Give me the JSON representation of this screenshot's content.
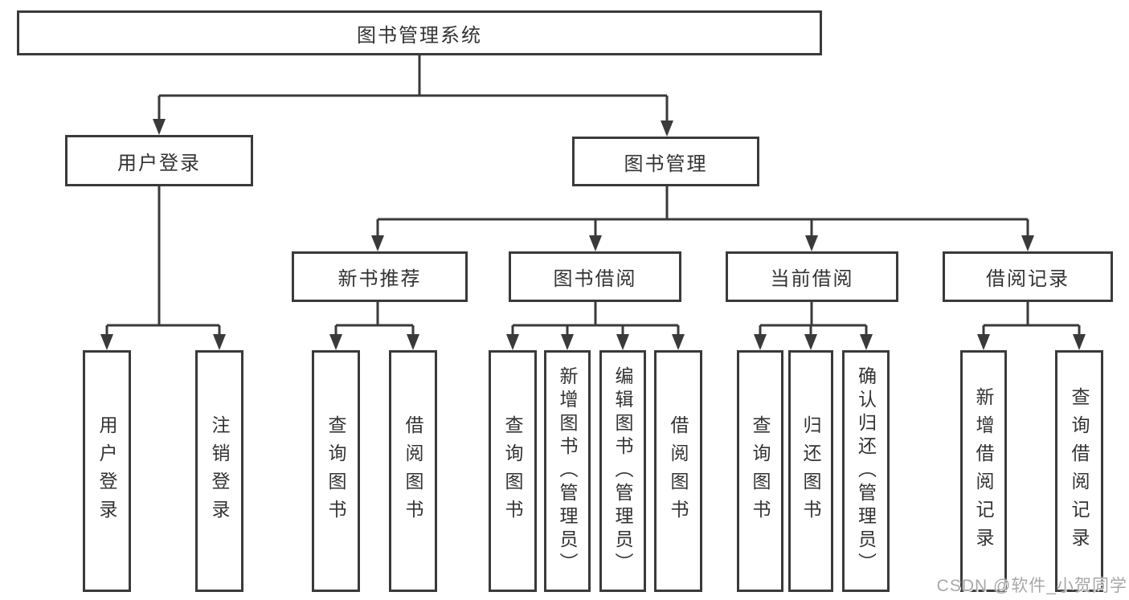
{
  "diagram": {
    "root": {
      "label": "图书管理系统"
    },
    "level2": {
      "user_login": {
        "label": "用户登录"
      },
      "book_management": {
        "label": "图书管理"
      }
    },
    "level3": {
      "new_book_recommend": {
        "label": "新书推荐"
      },
      "book_borrowing": {
        "label": "图书借阅"
      },
      "current_borrowing": {
        "label": "当前借阅"
      },
      "borrowing_records": {
        "label": "借阅记录"
      }
    },
    "leaves": {
      "user_login": {
        "label": "用户登录"
      },
      "logout": {
        "label": "注销登录"
      },
      "recommend_query_books": {
        "label": "查询图书"
      },
      "recommend_borrow_books": {
        "label": "借阅图书"
      },
      "borrowing_query_books": {
        "label": "查询图书"
      },
      "borrowing_add_books": {
        "label": "新增图书（管理员）"
      },
      "borrowing_edit_books": {
        "label": "编辑图书（管理员）"
      },
      "borrowing_borrow_books": {
        "label": "借阅图书"
      },
      "current_query_books": {
        "label": "查询图书"
      },
      "current_return_books": {
        "label": "归还图书"
      },
      "current_confirm_return": {
        "label": "确认归还（管理员）"
      },
      "records_add_record": {
        "label": "新增借阅记录"
      },
      "records_query_record": {
        "label": "查询借阅记录"
      }
    },
    "watermark": "CSDN @软件_小贺同学",
    "colors": {
      "line": "#3a3a3a",
      "text": "#333333",
      "watermark": "#a8a8a8",
      "background": "#ffffff"
    }
  }
}
